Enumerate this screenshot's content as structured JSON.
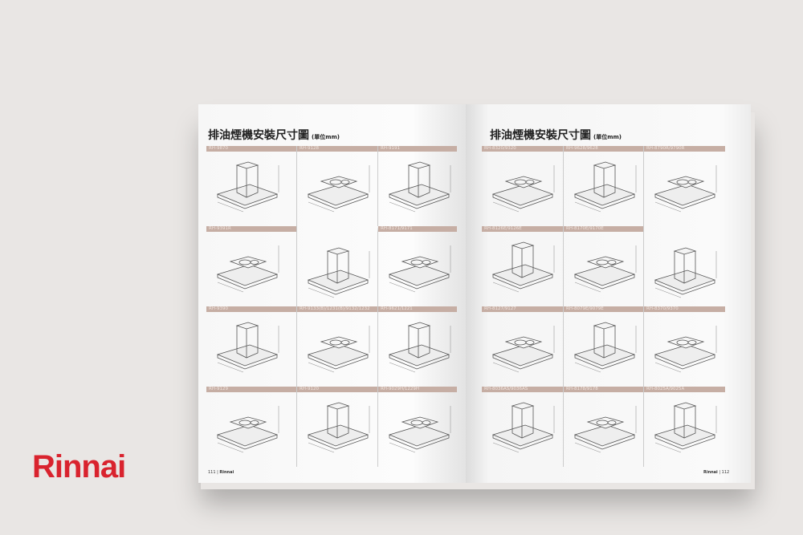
{
  "brand_logo": "Rinnai",
  "left_page": {
    "title": "排油煙機安裝尺寸圖",
    "unit": "(單位mm)",
    "rows": [
      [
        "RH-9870",
        "RH-9128",
        "RH-9191"
      ],
      [
        "RH-9391R",
        "",
        "RH-8171/9171"
      ],
      [
        "RH-9390",
        "RH-9133(B)/1231(B)/9132/1232",
        "RH-9621/1221"
      ],
      [
        "RH-9129",
        "RH-9120",
        "RH-9029H/1229H"
      ]
    ],
    "footer_page": "111",
    "footer_brand": "Rinnai"
  },
  "right_page": {
    "title": "排油煙機安裝尺寸圖",
    "unit": "(單位mm)",
    "rows": [
      [
        "RH-8320/9320",
        "RH-9628/9628",
        "RH-8790R/9790R"
      ],
      [
        "RH-8126E/9126E",
        "RH-8170E/9170E",
        ""
      ],
      [
        "RH-8127/9127",
        "RH-8079E/9079E",
        "RH-8370/9370"
      ],
      [
        "RH-8036AS/9036AS",
        "RH-8178/9178",
        "RH-8025A/9025A"
      ]
    ],
    "footer_page": "112",
    "footer_brand": "Rinnai"
  },
  "colors": {
    "header_bar": "#c6aea4",
    "logo": "#d9232e"
  }
}
